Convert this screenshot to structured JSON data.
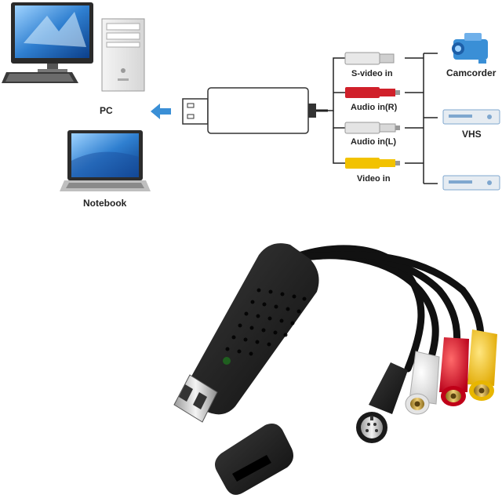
{
  "devices": {
    "pc": "PC",
    "notebook": "Notebook",
    "camcorder": "Camcorder",
    "vhs": "VHS"
  },
  "inputs": [
    {
      "label": "S-video in",
      "color": "#e8e8e8"
    },
    {
      "label": "Audio in(R)",
      "color": "#d0202a"
    },
    {
      "label": "Audio in(L)",
      "color": "#d8d8d8"
    },
    {
      "label": "Video in",
      "color": "#f2c200"
    }
  ],
  "colors": {
    "arrow": "#3a8fd6",
    "screen": "#2f7fd0",
    "device_body": "#e6ecf2",
    "adapter": "#1b1b1b"
  }
}
